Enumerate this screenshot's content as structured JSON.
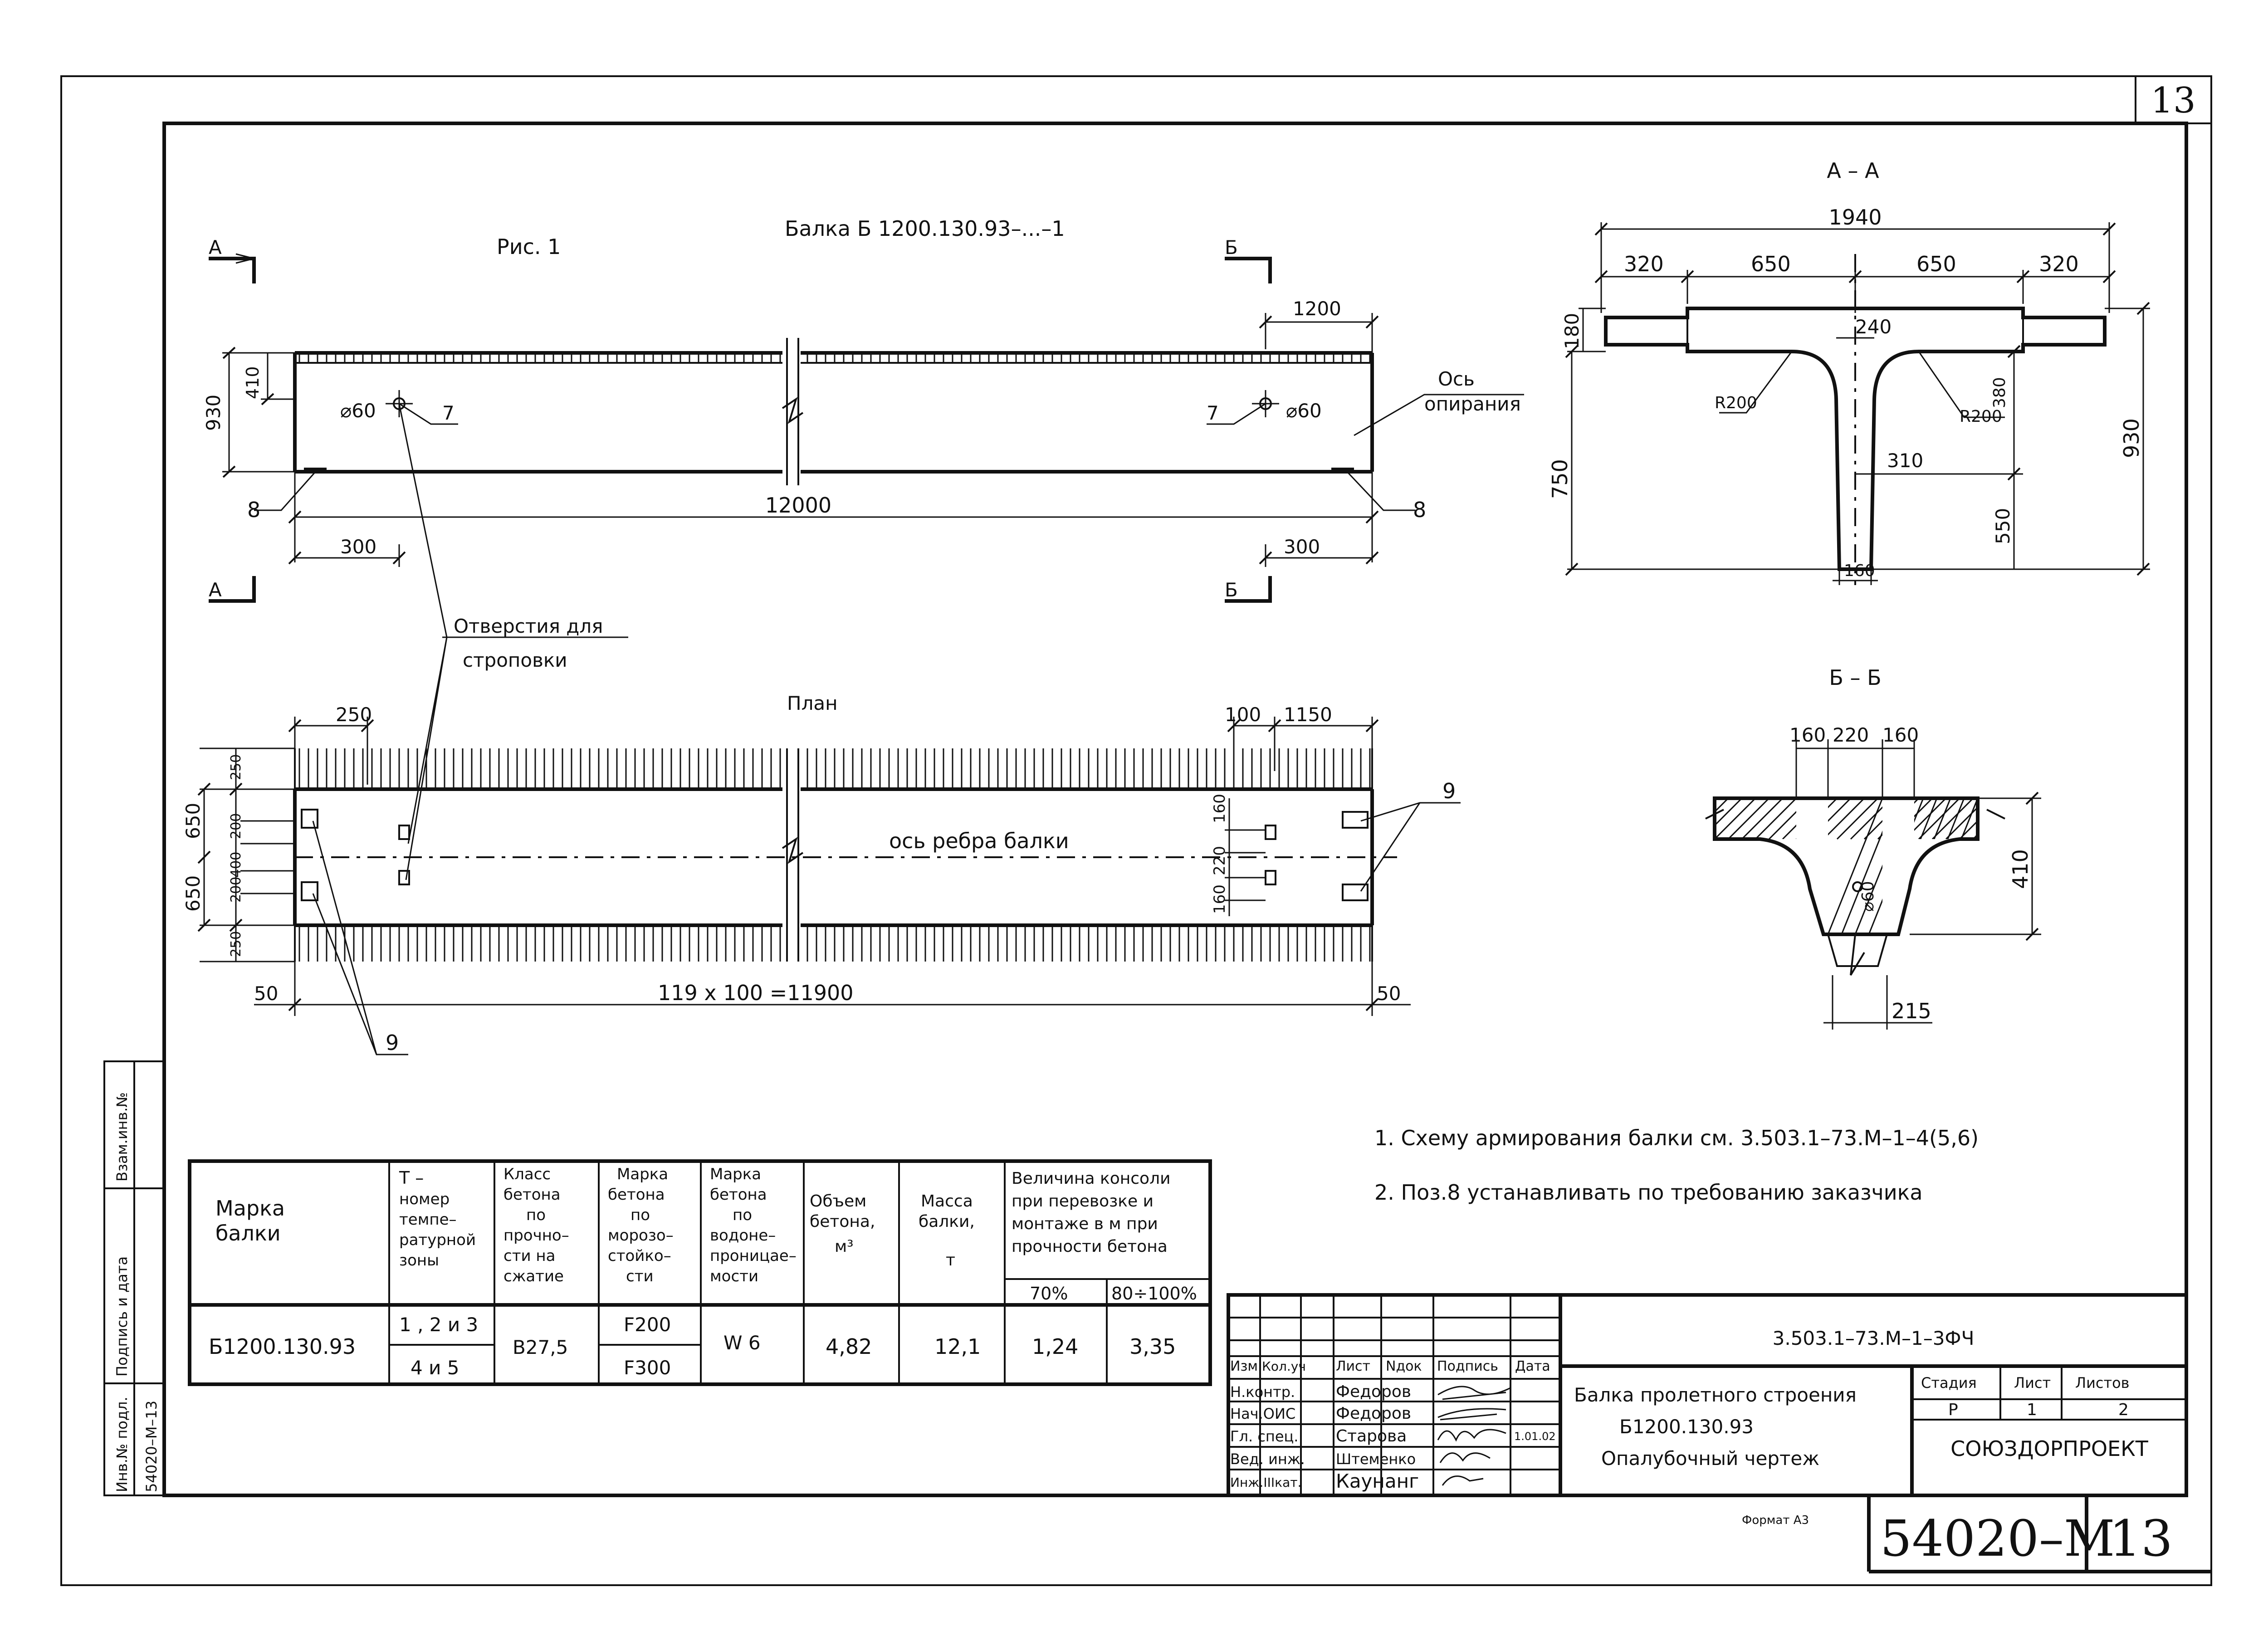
{
  "sheet_number": "13",
  "figure": {
    "caption": "Рис. 1",
    "title": "Балка Б 1200.130.93–...–1",
    "section_a": "А",
    "section_b": "Б",
    "plan_label": "План",
    "axis_support": [
      "Ось",
      "опирания"
    ],
    "lifting_holes": [
      "Отверстия для",
      "строповки"
    ],
    "rib_axis": "ось ребра балки",
    "dims": {
      "height": "930",
      "top": "410",
      "length": "12000",
      "end_left": "300",
      "end_right": "300",
      "overhang": "1200",
      "hole_dia": "⌀60",
      "plan_left": "250",
      "plan_right_a": "100",
      "plan_right_b": "1150",
      "plan_span": "119 x 100 =11900",
      "plan_end_l": "50",
      "plan_end_r": "50",
      "plan_v": [
        "250",
        "650",
        "200",
        "400",
        "200",
        "650",
        "250"
      ],
      "plan_v_right": [
        "160",
        "220",
        "160"
      ]
    },
    "callouts": {
      "p7": "7",
      "p8": "8",
      "p9": "9"
    }
  },
  "section_aa": {
    "title": "А – А",
    "dims": {
      "total": "1940",
      "w1": "320",
      "w2": "650",
      "w3": "650",
      "w4": "320",
      "flange": "180",
      "rib_top": "240",
      "r_left": "R200",
      "r_right": "R200",
      "h380": "380",
      "h310": "310",
      "h750": "750",
      "h550": "550",
      "h930": "930",
      "bottom": "160"
    }
  },
  "section_bb": {
    "title": "Б – Б",
    "dims": {
      "d1": "160",
      "d2": "220",
      "d3": "160",
      "h": "410",
      "hole": "⌀60",
      "bottom": "215"
    }
  },
  "notes": [
    "1. Схему армирования балки см. 3.503.1–73.М–1–4(5,6)",
    "2. Поз.8 устанавливать по требованию заказчика"
  ],
  "table": {
    "headers": {
      "mark": [
        "Марка",
        "балки"
      ],
      "t_zone": [
        "Т –",
        "номер",
        "темпе–",
        "ратурной",
        "зоны"
      ],
      "concrete_class": [
        "Класс",
        "бетона",
        "по",
        "прочно–",
        "сти на",
        "сжатие"
      ],
      "frost": [
        "Марка",
        "бетона",
        "по",
        "морозо–",
        "стойко–",
        "сти"
      ],
      "water": [
        "Марка",
        "бетона",
        "по",
        "водоне–",
        "проницае–",
        "мости"
      ],
      "volume": [
        "Объем",
        "бетона,",
        "м³"
      ],
      "mass": [
        "Масса",
        "балки,",
        "т"
      ],
      "console": [
        "Величина консоли",
        "при перевозке и",
        "монтаже в м при",
        "прочности бетона"
      ],
      "console_70": "70%",
      "console_80": "80÷100%"
    },
    "row": {
      "mark": "Б1200.130.93",
      "t_zone": [
        "1 , 2 и 3",
        "4 и 5"
      ],
      "concrete_class": "B27,5",
      "frost": [
        "F200",
        "F300"
      ],
      "water": "W 6",
      "volume": "4,82",
      "mass": "12,1",
      "c70": "1,24",
      "c80": "3,35"
    }
  },
  "title_block": {
    "doc_code": "3.503.1–73.М–1–3ФЧ",
    "col_headers": [
      "Изм",
      "Кол.уч",
      "Лист",
      "Nдок",
      "Подпись",
      "Дата"
    ],
    "staff": [
      {
        "role": "Н.контр.",
        "name": "Федоров",
        "date": ""
      },
      {
        "role": "Нач.ОИС",
        "name": "Федоров",
        "date": ""
      },
      {
        "role": "Гл. спец.",
        "name": "Старова",
        "date": "1.01.02"
      },
      {
        "role": "Вед. инж.",
        "name": "Штеменко",
        "date": ""
      },
      {
        "role": "Инж.IIIкат.",
        "name": "Каунанг",
        "date": ""
      }
    ],
    "description": [
      "Балка пролетного строения",
      "Б1200.130.93",
      "Опалубочный чертеж"
    ],
    "stage_label": "Стадия",
    "sheet_label": "Лист",
    "sheets_label": "Листов",
    "stage": "Р",
    "sheet": "1",
    "sheets": "2",
    "org": "СОЮЗДОРПРОЕКТ",
    "format": "Формат А3",
    "drawing_no": "54020–М",
    "page": "13"
  },
  "left_strip": {
    "inv_replace": "Взам.инв.№",
    "sign_date": "Подпись и дата",
    "inv_orig": "Инв.№ подл.",
    "inv_value": "54020–М–13"
  }
}
